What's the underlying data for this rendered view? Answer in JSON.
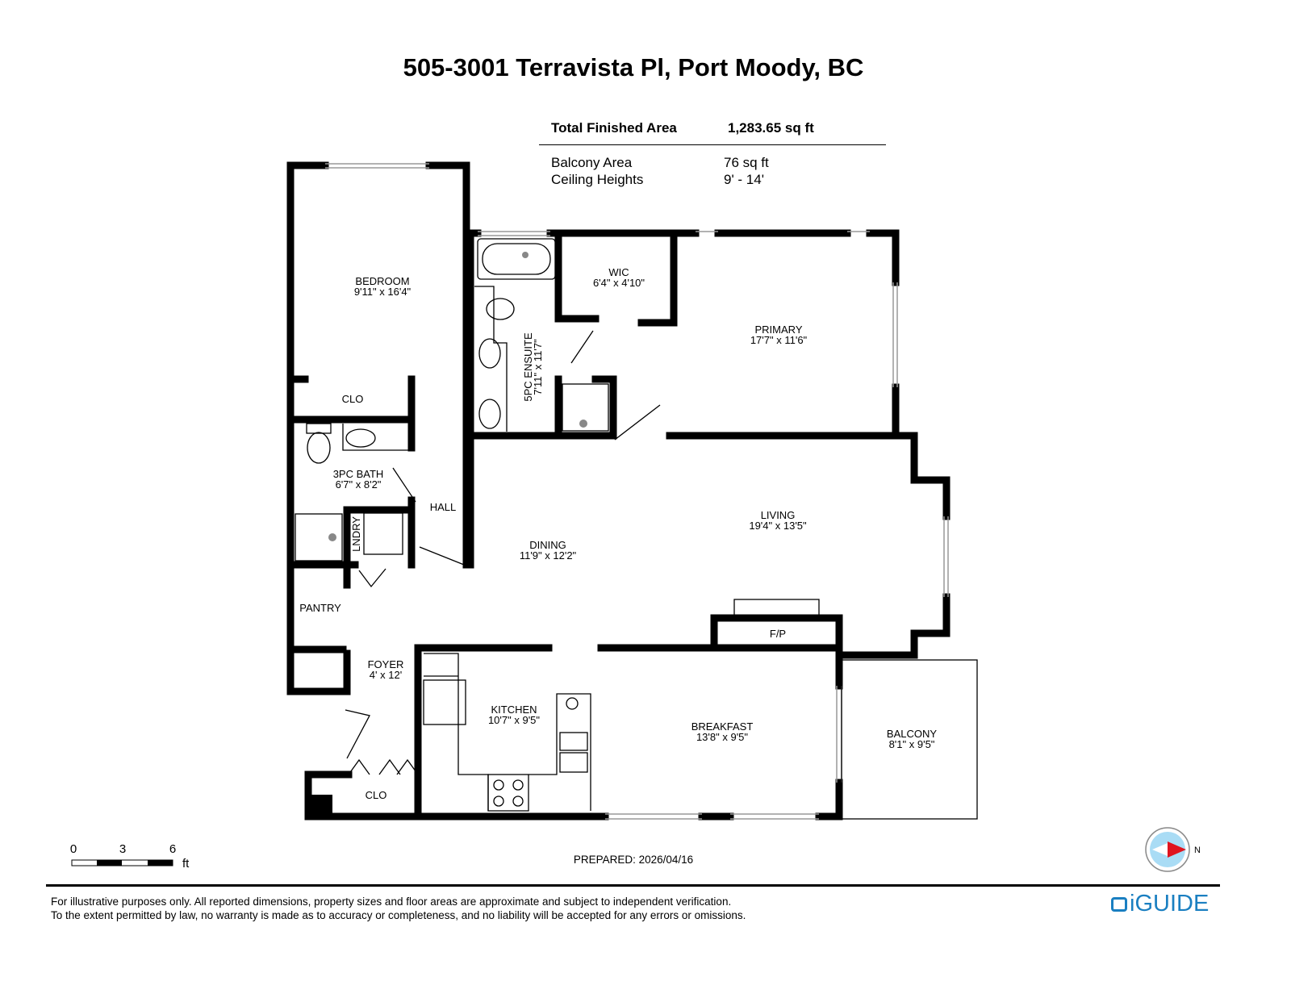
{
  "title": "505-3001 Terravista Pl, Port Moody, BC",
  "summary": {
    "total_label": "Total Finished Area",
    "total_value": "1,283.65 sq ft",
    "balcony_label": "Balcony Area",
    "balcony_value": "76 sq ft",
    "ceiling_label": "Ceiling Heights",
    "ceiling_value": "9' - 14'"
  },
  "rooms": {
    "bedroom": {
      "name": "BEDROOM",
      "dims": "9'11\" x 16'4\""
    },
    "clo1": {
      "name": "CLO"
    },
    "wic": {
      "name": "WIC",
      "dims": "6'4\" x 4'10\""
    },
    "primary": {
      "name": "PRIMARY",
      "dims": "17'7\" x 11'6\""
    },
    "ensuite": {
      "name": "5PC ENSUITE",
      "dims": "7'11\" x 11'7\""
    },
    "bath": {
      "name": "3PC BATH",
      "dims": "6'7\" x 8'2\""
    },
    "hall": {
      "name": "HALL"
    },
    "lndry": {
      "name": "LNDRY"
    },
    "living": {
      "name": "LIVING",
      "dims": "19'4\" x 13'5\""
    },
    "dining": {
      "name": "DINING",
      "dims": "11'9\" x 12'2\""
    },
    "pantry": {
      "name": "PANTRY"
    },
    "fp": {
      "name": "F/P"
    },
    "foyer": {
      "name": "FOYER",
      "dims": "4' x 12'"
    },
    "kitchen": {
      "name": "KITCHEN",
      "dims": "10'7\" x 9'5\""
    },
    "breakfast": {
      "name": "BREAKFAST",
      "dims": "13'8\" x 9'5\""
    },
    "balcony": {
      "name": "BALCONY",
      "dims": "8'1\" x 9'5\""
    },
    "clo2": {
      "name": "CLO"
    }
  },
  "scale": {
    "t0": "0",
    "t3": "3",
    "t6": "6",
    "unit": "ft"
  },
  "prepared": "PREPARED: 2026/04/16",
  "compass": {
    "label": "N"
  },
  "disclaimer": {
    "line1": "For illustrative purposes only. All reported dimensions, property sizes and floor areas are approximate and subject to independent verification.",
    "line2": "To the extent permitted by law, no warranty is made as to accuracy or completeness, and no liability will be accepted for any errors or omissions."
  },
  "brand": "iGUIDE",
  "colors": {
    "brand": "#1a7fc1",
    "compass": "#a9dcf5",
    "needle": "#e0141e"
  }
}
